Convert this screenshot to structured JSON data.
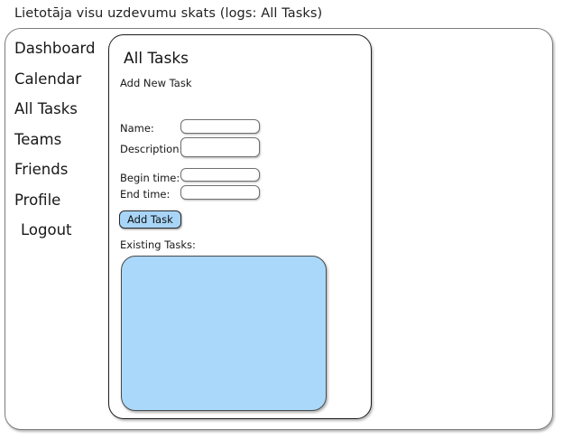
{
  "caption": "Lietotāja visu uzdevumu skats (logs: All Tasks)",
  "sidebar": {
    "items": [
      {
        "label": "Dashboard"
      },
      {
        "label": "Calendar"
      },
      {
        "label": "All Tasks"
      },
      {
        "label": "Teams"
      },
      {
        "label": "Friends"
      },
      {
        "label": "Profile"
      },
      {
        "label": "Logout"
      }
    ]
  },
  "panel": {
    "title": "All Tasks",
    "subtitle": "Add New Task"
  },
  "form": {
    "fields": [
      {
        "label": "Name:",
        "value": "",
        "placeholder": ""
      },
      {
        "label": "Description:",
        "value": "",
        "placeholder": ""
      },
      {
        "label": "Begin time:",
        "value": "",
        "placeholder": ""
      },
      {
        "label": "End time:",
        "value": "",
        "placeholder": ""
      }
    ],
    "submit_label": "Add Task"
  },
  "existing": {
    "label": "Existing Tasks:",
    "items": []
  },
  "colors": {
    "button_fill": "#a8d5f7",
    "task_panel_fill": "#a9d8fa",
    "panel_border": "#1c1c1c",
    "frame_border": "#7d7d7d"
  }
}
